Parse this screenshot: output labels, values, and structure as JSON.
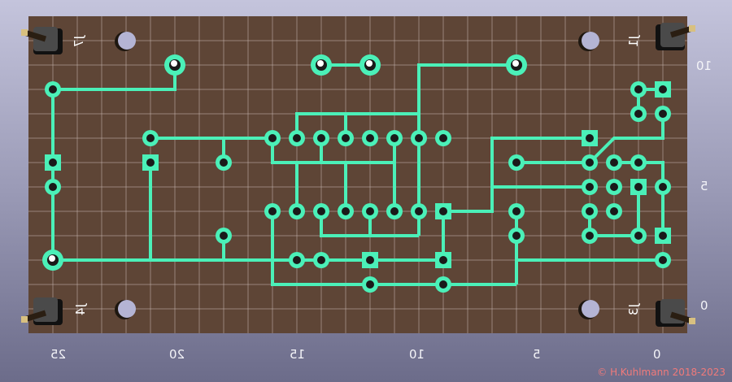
{
  "board": {
    "colors": {
      "substrate": "#5e4536",
      "copper": "#4bf0b8",
      "grid": "#c8b8b0",
      "background_top": "#c4c4dc",
      "background_bottom": "#6c6c8a"
    },
    "connectors": [
      {
        "ref": "J7",
        "corner": "top-left"
      },
      {
        "ref": "J1",
        "corner": "top-right"
      },
      {
        "ref": "J4",
        "corner": "bottom-left"
      },
      {
        "ref": "J3",
        "corner": "bottom-right"
      }
    ]
  },
  "axis": {
    "x_labels": [
      "25",
      "20",
      "15",
      "10",
      "5",
      "0"
    ],
    "y_labels": [
      "10",
      "5",
      "0"
    ]
  },
  "copyright": "© H.Kuhlmann 2018-2023"
}
